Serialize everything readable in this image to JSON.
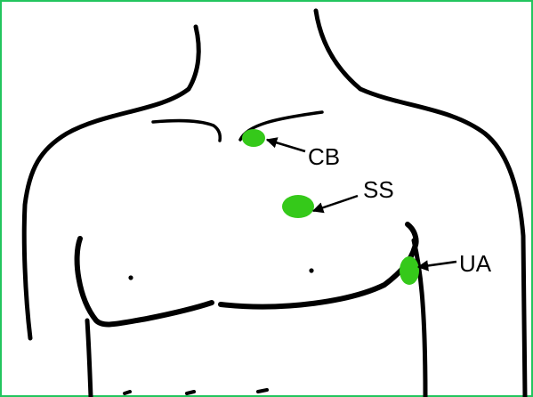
{
  "diagram": {
    "frame_color": "#22c55e",
    "marker_color": "#35c91a",
    "labels": {
      "cb": "CB",
      "ss": "SS",
      "ua": "UA"
    }
  }
}
